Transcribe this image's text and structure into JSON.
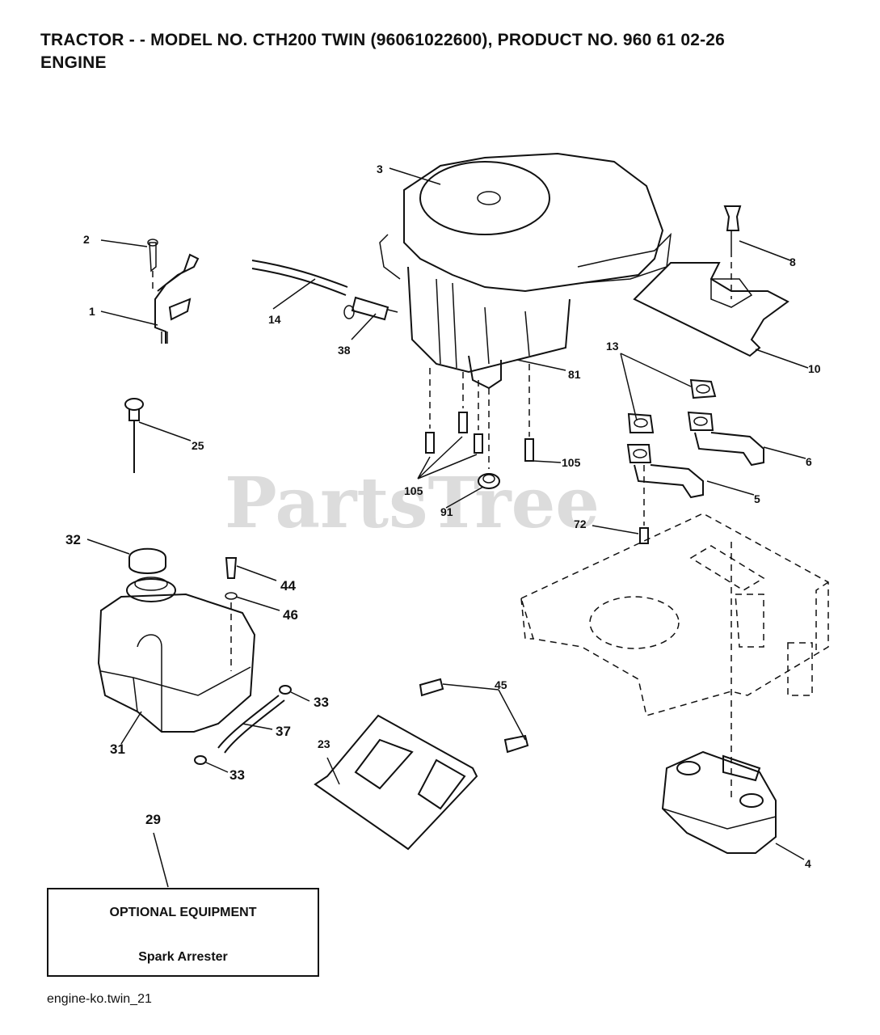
{
  "header": {
    "title_line1": "TRACTOR - - MODEL NO. CTH200 TWIN (96061022600), PRODUCT NO. 960 61 02-26",
    "title_line2": "ENGINE"
  },
  "watermark": "PartsTree",
  "callouts": {
    "c1": "1",
    "c2": "2",
    "c3": "3",
    "c4": "4",
    "c5": "5",
    "c6": "6",
    "c8": "8",
    "c10": "10",
    "c13": "13",
    "c14": "14",
    "c23": "23",
    "c25": "25",
    "c29": "29",
    "c31": "31",
    "c32": "32",
    "c33a": "33",
    "c33b": "33",
    "c37": "37",
    "c38": "38",
    "c44": "44",
    "c45": "45",
    "c46": "46",
    "c72": "72",
    "c81": "81",
    "c91": "91",
    "c105a": "105",
    "c105b": "105"
  },
  "optional_box": {
    "title": "OPTIONAL EQUIPMENT",
    "item": "Spark Arrester"
  },
  "footer": {
    "file_ref": "engine-ko.twin_21"
  }
}
